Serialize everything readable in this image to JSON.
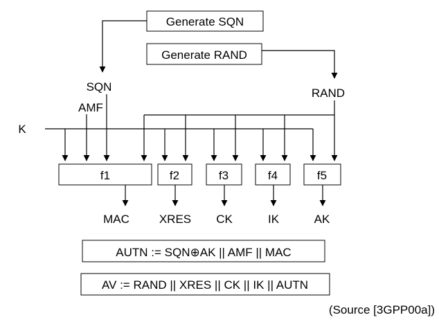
{
  "boxes": {
    "generate_sqn": "Generate SQN",
    "generate_rand": "Generate RAND",
    "f1": "f1",
    "f2": "f2",
    "f3": "f3",
    "f4": "f4",
    "f5": "f5",
    "autn": "AUTN := SQN⊕AK || AMF || MAC",
    "av": "AV := RAND || XRES || CK || IK || AUTN"
  },
  "inputs": {
    "sqn": "SQN",
    "amf": "AMF",
    "k": "K",
    "rand": "RAND"
  },
  "outputs": {
    "mac": "MAC",
    "xres": "XRES",
    "ck": "CK",
    "ik": "IK",
    "ak": "AK"
  },
  "source": "(Source [3GPP00a])"
}
